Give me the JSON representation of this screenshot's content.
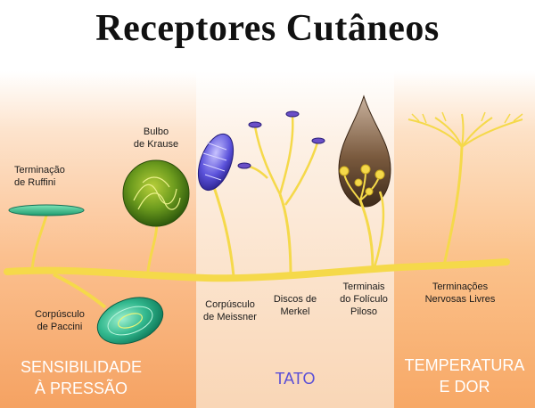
{
  "title": "Receptores Cutâneos",
  "labels": {
    "ruffini": "Terminação\nde Ruffini",
    "krause": "Bulbo\nde Krause",
    "pacini": "Corpúsculo\nde Paccini",
    "meissner": "Corpúsculo\nde Meissner",
    "merkel": "Discos de\nMerkel",
    "follicle": "Terminais\ndo Folículo\nPiloso",
    "free": "Terminações\nNervosas Livres"
  },
  "categories": {
    "pressure": "SENSIBILIDADE\nÀ PRESSÃO",
    "touch": "TATO",
    "temperature": "TEMPERATURA\nE DOR"
  },
  "colors": {
    "nerve": "#f5d94a",
    "touch_label": "#5b4fd6",
    "category_white": "#ffffff"
  }
}
